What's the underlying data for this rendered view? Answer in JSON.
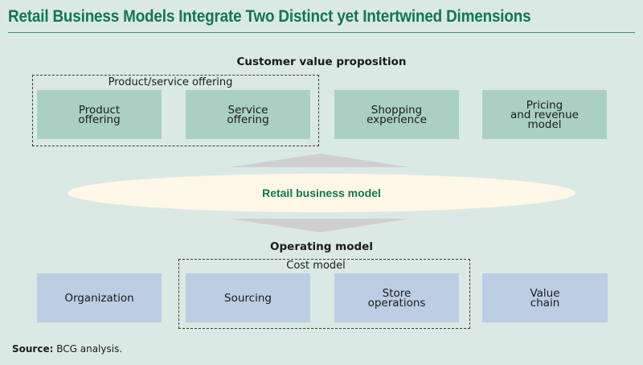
{
  "title": "Retail Business Models Integrate Two Distinct yet Intertwined Dimensions",
  "colors": {
    "background": "#dbe9e4",
    "title": "#127650",
    "customer_box": "#a9d0c3",
    "operating_box": "#bdcde4",
    "ellipse": "#fff7e8",
    "arrow": "#cfcfd1"
  },
  "customer_value": {
    "heading": "Customer value proposition",
    "group_label": "Product/service offering",
    "boxes": [
      {
        "label": "Product\noffering"
      },
      {
        "label": "Service\noffering"
      },
      {
        "label": "Shopping\nexperience"
      },
      {
        "label": "Pricing\nand revenue\nmodel"
      }
    ]
  },
  "center": {
    "label": "Retail business model",
    "arrow_up": "arrow-up",
    "arrow_down": "arrow-down"
  },
  "operating": {
    "heading": "Operating model",
    "group_label": "Cost model",
    "boxes": [
      {
        "label": "Organization"
      },
      {
        "label": "Sourcing"
      },
      {
        "label": "Store\noperations"
      },
      {
        "label": "Value\nchain"
      }
    ]
  },
  "source": {
    "label": "Source:",
    "text": " BCG analysis."
  }
}
